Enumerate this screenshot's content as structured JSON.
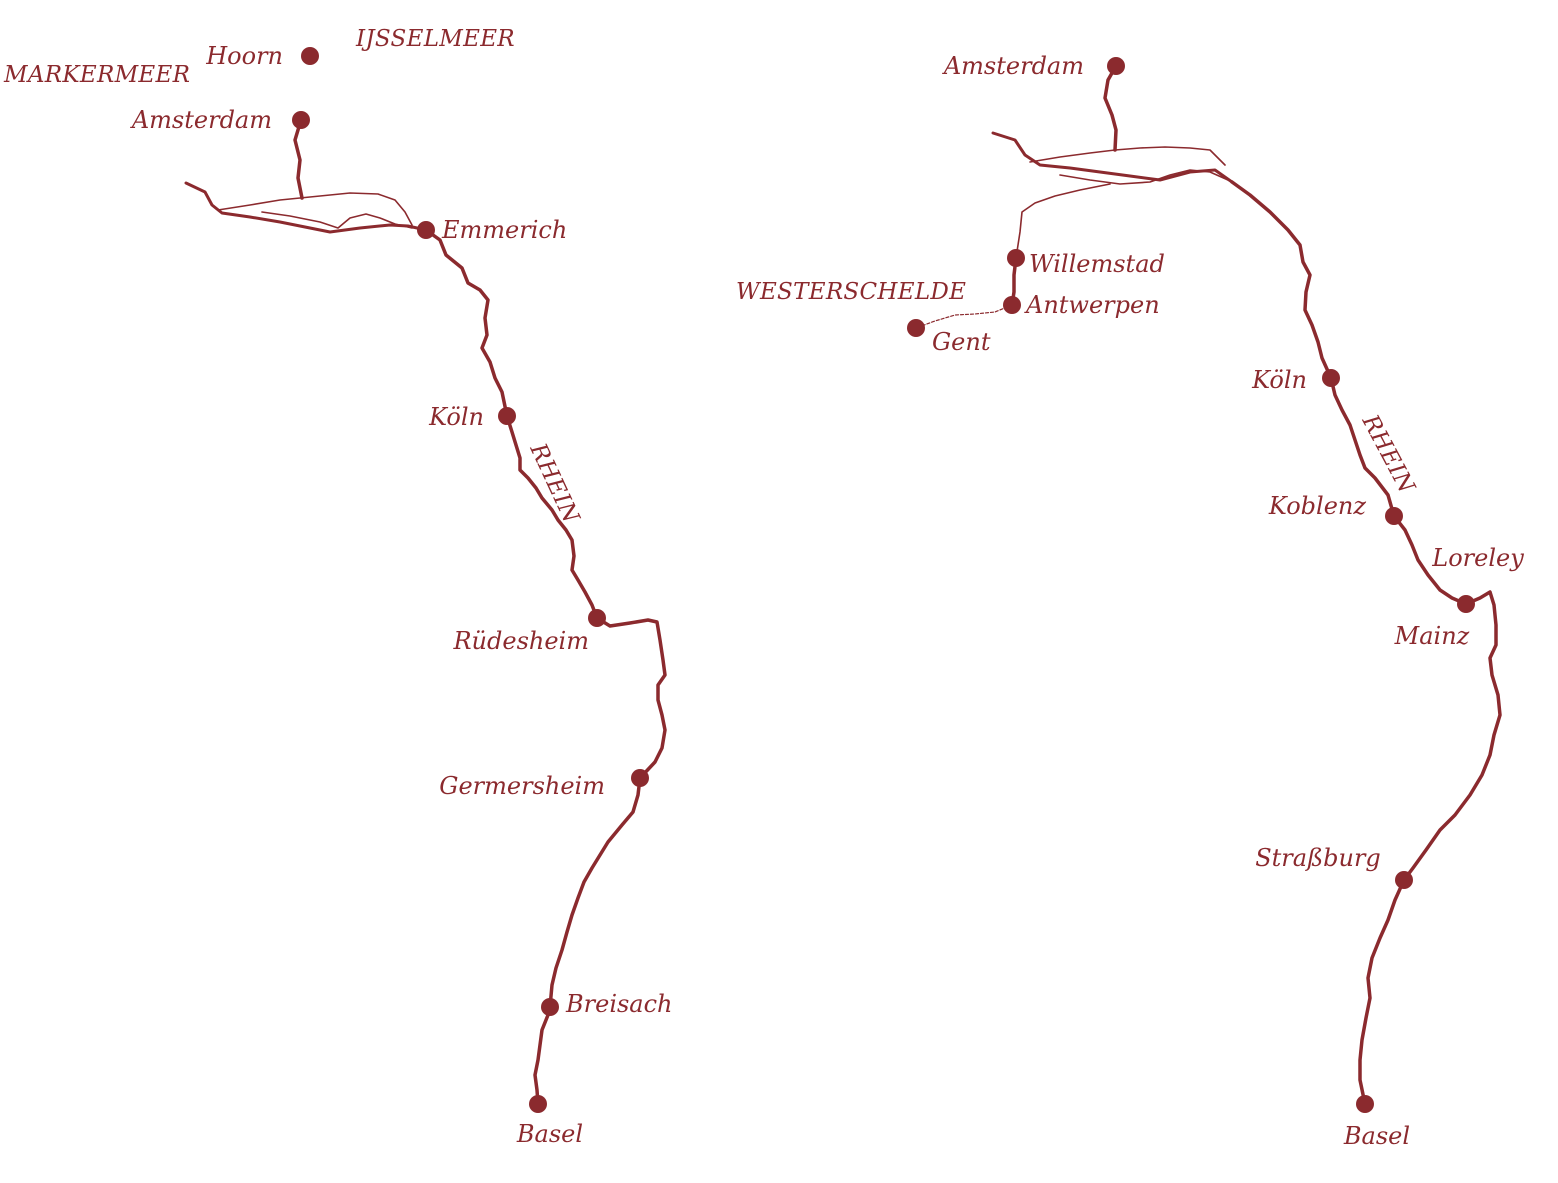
{
  "colors": {
    "route": "#8b2a2e",
    "background": "#ffffff"
  },
  "maps": [
    {
      "id": "left",
      "cities": [
        {
          "key": "hoorn",
          "name": "Hoorn"
        },
        {
          "key": "amsterdam",
          "name": "Amsterdam"
        },
        {
          "key": "emmerich",
          "name": "Emmerich"
        },
        {
          "key": "koeln",
          "name": "Köln"
        },
        {
          "key": "ruedesheim",
          "name": "Rüdesheim"
        },
        {
          "key": "germersheim",
          "name": "Germersheim"
        },
        {
          "key": "breisach",
          "name": "Breisach"
        },
        {
          "key": "basel",
          "name": "Basel"
        }
      ],
      "water_labels": [
        {
          "key": "ijsselmeer",
          "text": "IJSSELMEER"
        },
        {
          "key": "markermeer",
          "text": "MARKERMEER"
        },
        {
          "key": "rhein",
          "text": "RHEIN"
        }
      ]
    },
    {
      "id": "right",
      "cities": [
        {
          "key": "amsterdam",
          "name": "Amsterdam"
        },
        {
          "key": "willemstad",
          "name": "Willemstad"
        },
        {
          "key": "antwerpen",
          "name": "Antwerpen"
        },
        {
          "key": "gent",
          "name": "Gent"
        },
        {
          "key": "koeln",
          "name": "Köln"
        },
        {
          "key": "koblenz",
          "name": "Koblenz"
        },
        {
          "key": "loreley",
          "name": "Loreley"
        },
        {
          "key": "mainz",
          "name": "Mainz"
        },
        {
          "key": "strassburg",
          "name": "Straßburg"
        },
        {
          "key": "basel",
          "name": "Basel"
        }
      ],
      "water_labels": [
        {
          "key": "westerschelde",
          "text": "WESTERSCHELDE"
        },
        {
          "key": "rhein",
          "text": "RHEIN"
        }
      ]
    }
  ]
}
